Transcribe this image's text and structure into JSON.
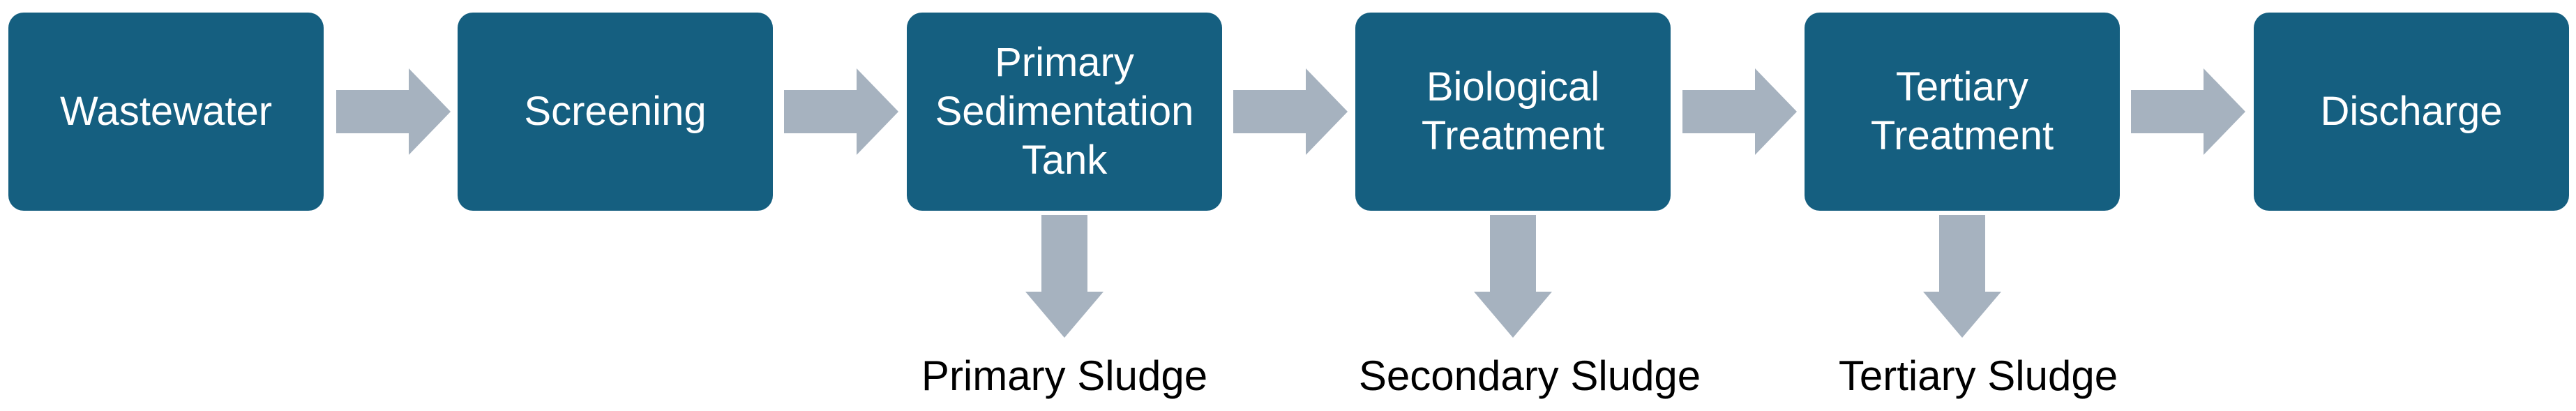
{
  "diagram": {
    "colors": {
      "box_fill": "#155f80",
      "box_text": "#ffffff",
      "arrow_fill": "#a6b2bf",
      "label_text": "#000000"
    },
    "steps": [
      {
        "label": "Wastewater"
      },
      {
        "label": "Screening"
      },
      {
        "label": "Primary\nSedimentation\nTank"
      },
      {
        "label": "Biological\nTreatment"
      },
      {
        "label": "Tertiary\nTreatment"
      },
      {
        "label": "Discharge"
      }
    ],
    "byproducts": [
      {
        "label": "Primary Sludge"
      },
      {
        "label": "Secondary Sludge"
      },
      {
        "label": "Tertiary Sludge"
      }
    ]
  }
}
